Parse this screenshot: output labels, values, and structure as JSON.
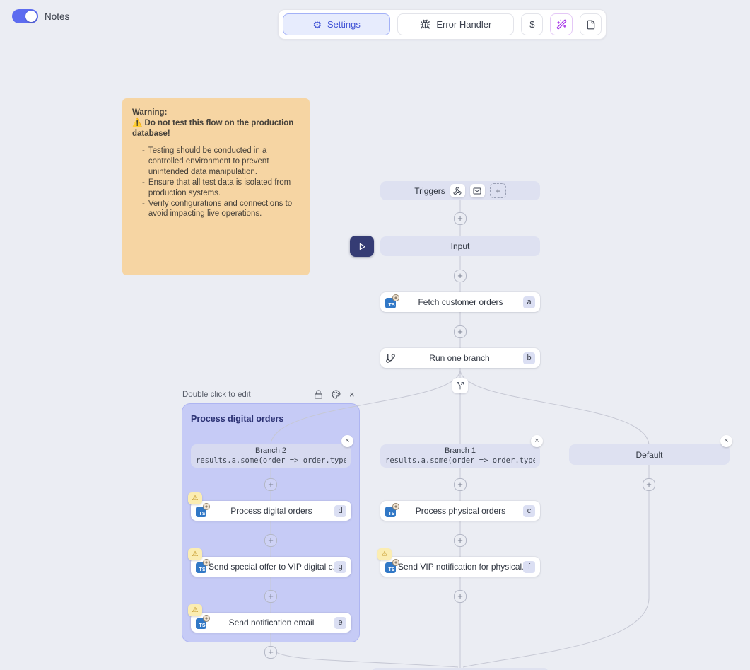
{
  "header": {
    "notes_label": "Notes",
    "notes_toggle_on": true
  },
  "toolbar": {
    "settings_label": "Settings",
    "error_handler_label": "Error Handler",
    "dollar_label": "$"
  },
  "icons": {
    "gear": "⚙",
    "plus": "+",
    "close": "×",
    "warning": "⚠",
    "dash": "-"
  },
  "note": {
    "title": "Warning:",
    "warning_line": "⚠️ Do not test this flow on the production database!",
    "bullets": [
      "Testing should be conducted in a controlled environment to prevent unintended data manipulation.",
      "Ensure that all test data is isolated from production systems.",
      "Verify configurations and connections to avoid impacting live operations."
    ]
  },
  "flow": {
    "triggers": {
      "label": "Triggers"
    },
    "input": {
      "label": "Input"
    },
    "fetch": {
      "label": "Fetch customer orders",
      "badge": "a"
    },
    "run": {
      "label": "Run one branch",
      "badge": "b"
    }
  },
  "group": {
    "hint": "Double click to edit",
    "title": "Process digital orders"
  },
  "branch2": {
    "title": "Branch 2",
    "condition": "results.a.some(order => order.type",
    "nodes": [
      {
        "label": "Process digital orders",
        "badge": "d"
      },
      {
        "label": "Send special offer to VIP digital c...",
        "badge": "g"
      },
      {
        "label": "Send notification email",
        "badge": "e"
      }
    ]
  },
  "branch1": {
    "title": "Branch 1",
    "condition": "results.a.some(order => order.type",
    "nodes": [
      {
        "label": "Process physical orders",
        "badge": "c"
      },
      {
        "label": "Send VIP notification for physical...",
        "badge": "f"
      }
    ]
  },
  "default_branch": {
    "title": "Default"
  },
  "colors": {
    "accent_indigo": "#4355d6",
    "node_lavender": "#dee1f1",
    "group_fill": "#c6cbf6",
    "note_bg": "#f6d5a3",
    "warning_badge_bg": "#fbedb2",
    "ts_blue": "#3178c6",
    "play_button_bg": "#353c74",
    "wand_purple": "#a531e8",
    "toggle_on": "#5d6cf0"
  }
}
